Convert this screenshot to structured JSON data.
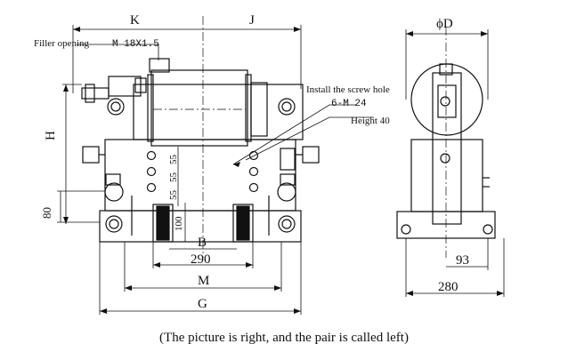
{
  "labels": {
    "k": "K",
    "j": "J",
    "phi_d": "ϕD",
    "filler_opening": "Filler opening",
    "filler_thread": "M 18X1.5",
    "install_screw_hole": "Install the screw hole",
    "screw_spec": "6-M 24",
    "height": "Height 40",
    "h": "H",
    "dim_80": "80",
    "dim_55_a": "55",
    "dim_55_b": "55",
    "dim_55_c": "55",
    "dim_100": "100",
    "b": "B",
    "dim_290": "290",
    "m": "M",
    "g": "G",
    "dim_93": "93",
    "dim_280": "280"
  },
  "caption": "(The picture is right, and the pair is called left)"
}
